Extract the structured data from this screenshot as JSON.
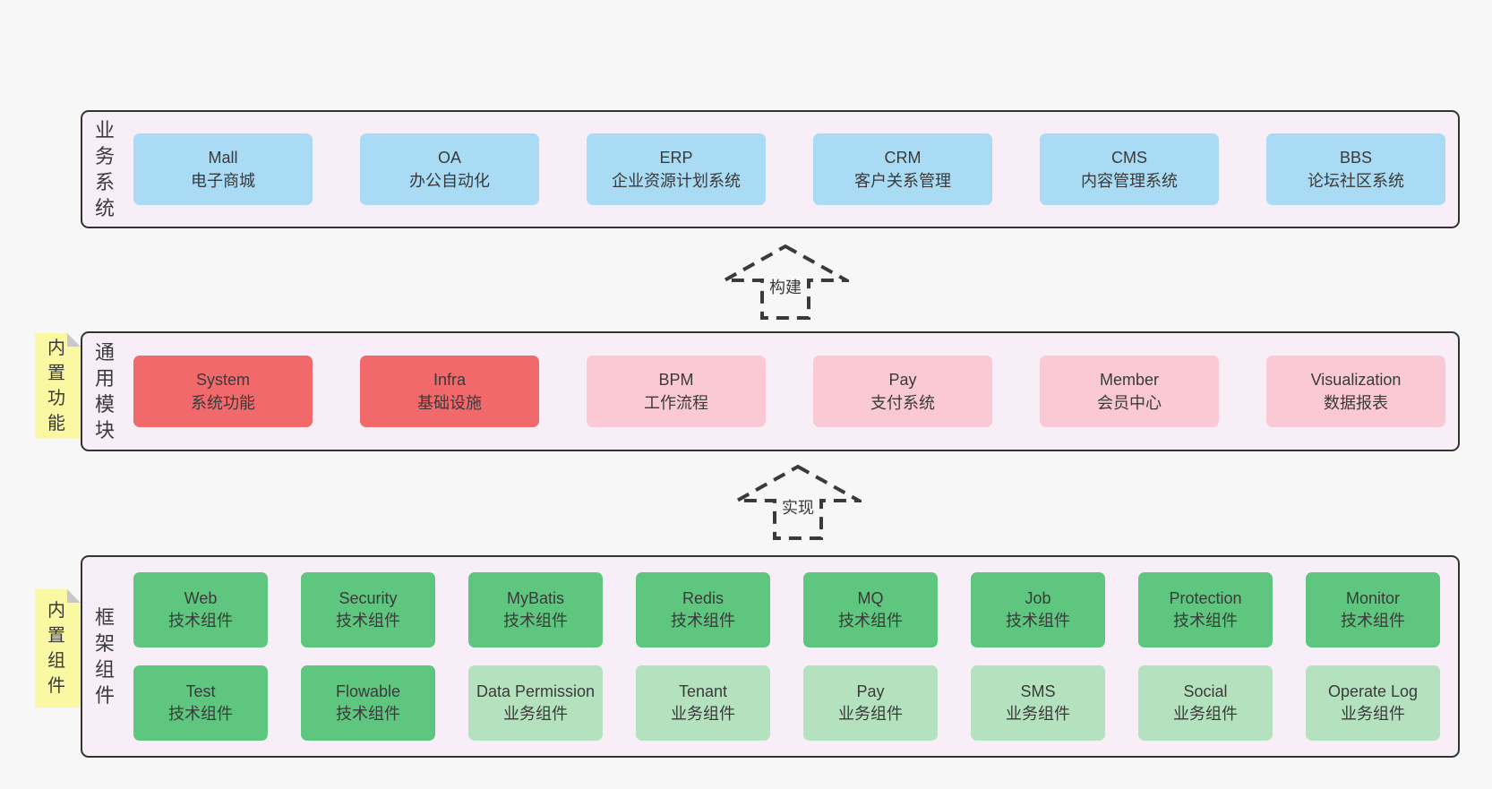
{
  "palette": {
    "page_bg": "#f7f7f7",
    "band_bg": "#f8eef7",
    "band_border": "#333333",
    "blue": "#a9dbf4",
    "red": "#f2696b",
    "pink": "#fbc9d3",
    "green_dark": "#5ec67e",
    "green_light": "#b4e2bf",
    "yellow": "#fbf8a3",
    "fold_gray": "#c8c8c8",
    "text": "#3a3a3a",
    "arrow_color": "#3a3a3a"
  },
  "bands": {
    "business": {
      "title": "业务系统",
      "boxes": [
        {
          "name": "Mall",
          "desc": "电子商城"
        },
        {
          "name": "OA",
          "desc": "办公自动化"
        },
        {
          "name": "ERP",
          "desc": "企业资源计划系统"
        },
        {
          "name": "CRM",
          "desc": "客户关系管理"
        },
        {
          "name": "CMS",
          "desc": "内容管理系统"
        },
        {
          "name": "BBS",
          "desc": "论坛社区系统"
        }
      ]
    },
    "modules": {
      "title": "通用模块",
      "sticky": "内置功能",
      "boxes": [
        {
          "name": "System",
          "desc": "系统功能"
        },
        {
          "name": "Infra",
          "desc": "基础设施"
        },
        {
          "name": "BPM",
          "desc": "工作流程"
        },
        {
          "name": "Pay",
          "desc": "支付系统"
        },
        {
          "name": "Member",
          "desc": "会员中心"
        },
        {
          "name": "Visualization",
          "desc": "数据报表"
        }
      ]
    },
    "components": {
      "title": "框架组件",
      "sticky": "内置组件",
      "rows": [
        [
          {
            "name": "Web",
            "desc": "技术组件"
          },
          {
            "name": "Security",
            "desc": "技术组件"
          },
          {
            "name": "MyBatis",
            "desc": "技术组件"
          },
          {
            "name": "Redis",
            "desc": "技术组件"
          },
          {
            "name": "MQ",
            "desc": "技术组件"
          },
          {
            "name": "Job",
            "desc": "技术组件"
          },
          {
            "name": "Protection",
            "desc": "技术组件"
          },
          {
            "name": "Monitor",
            "desc": "技术组件"
          }
        ],
        [
          {
            "name": "Test",
            "desc": "技术组件"
          },
          {
            "name": "Flowable",
            "desc": "技术组件"
          },
          {
            "name": "Data Permission",
            "desc": "业务组件"
          },
          {
            "name": "Tenant",
            "desc": "业务组件"
          },
          {
            "name": "Pay",
            "desc": "业务组件"
          },
          {
            "name": "SMS",
            "desc": "业务组件"
          },
          {
            "name": "Social",
            "desc": "业务组件"
          },
          {
            "name": "Operate Log",
            "desc": "业务组件"
          }
        ]
      ]
    }
  },
  "arrows": {
    "build": {
      "label": "构建"
    },
    "implement": {
      "label": "实现"
    }
  }
}
